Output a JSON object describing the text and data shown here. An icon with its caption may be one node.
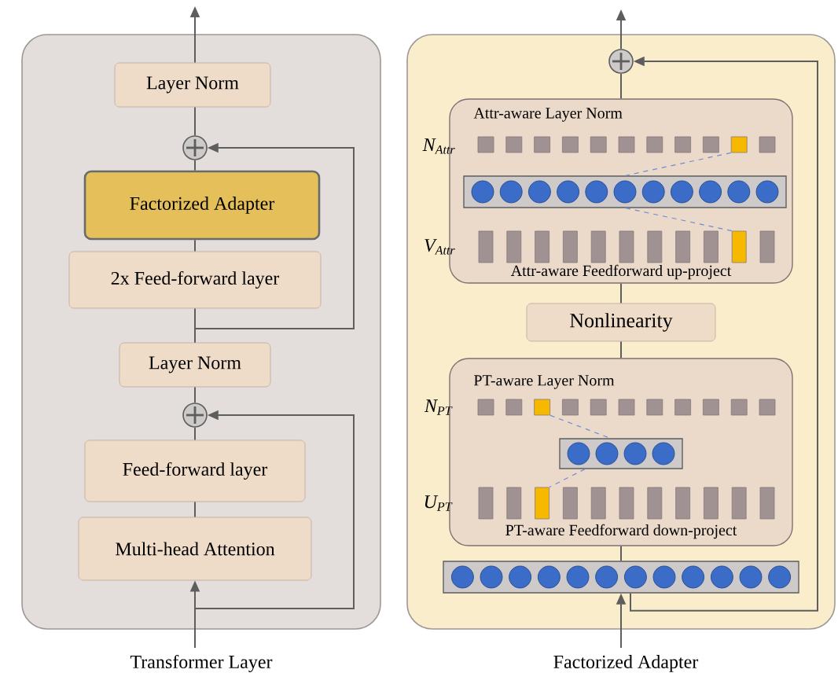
{
  "diagram": {
    "nodes": [
      {
        "text": [
          "Transformer Layer"
        ]
      },
      {
        "text": [
          "Layer Norm"
        ],
        "in": 0
      },
      {
        "text": [],
        "shape": "circle",
        "in": 0
      },
      {
        "text": [
          "Factorized Adapter"
        ],
        "in": 0
      },
      {
        "text": [
          "2x Feed-forward layer"
        ],
        "in": 0
      },
      {
        "text": [
          "Layer Norm"
        ],
        "in": 0
      },
      {
        "text": [],
        "shape": "circle",
        "in": 0
      },
      {
        "text": [
          "Feed-forward layer"
        ],
        "in": 0
      },
      {
        "text": [
          "Multi-head Attention"
        ],
        "in": 0
      },
      {
        "text": [
          "Factorized Adapter"
        ]
      },
      {
        "text": [],
        "shape": "circle",
        "in": 9
      },
      {
        "text": [
          "Attr-aware Layer Norm",
          "Attr-aware Feedforward up-project"
        ],
        "in": 9
      },
      {
        "text": [],
        "shape": "bar",
        "in": 11
      },
      {
        "text": [
          "Nonlinearity"
        ],
        "in": 9
      },
      {
        "text": [
          "PT-aware Layer Norm",
          "PT-aware Feedforward down-project"
        ],
        "in": 9
      },
      {
        "text": [],
        "shape": "bar",
        "in": 14
      },
      {
        "text": [],
        "shape": "bar",
        "in": 9
      },
      {
        "text": [],
        "shape": "box",
        "in": 11
      },
      {
        "text": [],
        "shape": "bar",
        "in": 11
      },
      {
        "text": [],
        "shape": "box",
        "in": 14
      },
      {
        "text": [],
        "shape": "bar",
        "in": 14
      }
    ],
    "edges": [
      {
        "from": null,
        "to": 8,
        "arrow": "to"
      },
      {
        "from": 8,
        "to": 7,
        "arrow": "none"
      },
      {
        "from": 7,
        "to": 6,
        "arrow": "none"
      },
      {
        "from": 6,
        "to": 5,
        "arrow": "none"
      },
      {
        "from": 5,
        "to": 4,
        "arrow": "none"
      },
      {
        "from": 4,
        "to": 3,
        "arrow": "none"
      },
      {
        "from": 3,
        "to": 2,
        "arrow": "none"
      },
      {
        "from": 2,
        "to": 1,
        "arrow": "none"
      },
      {
        "from": 1,
        "to": null,
        "arrow": "to"
      },
      {
        "from": null,
        "to": 6,
        "arrow": "to"
      },
      {
        "from": 5,
        "to": 2,
        "arrow": "to"
      },
      {
        "from": null,
        "to": 16,
        "arrow": "to"
      },
      {
        "from": 16,
        "to": 14,
        "arrow": "none"
      },
      {
        "from": 14,
        "to": 13,
        "arrow": "none"
      },
      {
        "from": 13,
        "to": 11,
        "arrow": "none"
      },
      {
        "from": 11,
        "to": 10,
        "arrow": "none"
      },
      {
        "from": 10,
        "to": null,
        "arrow": "to"
      },
      {
        "from": 16,
        "to": 10,
        "arrow": "to"
      },
      {
        "from": 17,
        "to": 12,
        "arrow": "none",
        "style": "dashed",
        "color": "#6c8cd8"
      },
      {
        "from": 12,
        "to": 18,
        "arrow": "none",
        "style": "dashed",
        "color": "#6c8cd8"
      },
      {
        "from": 19,
        "to": 15,
        "arrow": "none",
        "style": "dashed",
        "color": "#6c8cd8"
      },
      {
        "from": 15,
        "to": 20,
        "arrow": "none",
        "style": "dashed",
        "color": "#6c8cd8"
      }
    ],
    "labels": [
      "N$_{Attr}$",
      "V$_{Attr}$",
      "N$_{PT}$",
      "U$_{PT}$"
    ]
  }
}
